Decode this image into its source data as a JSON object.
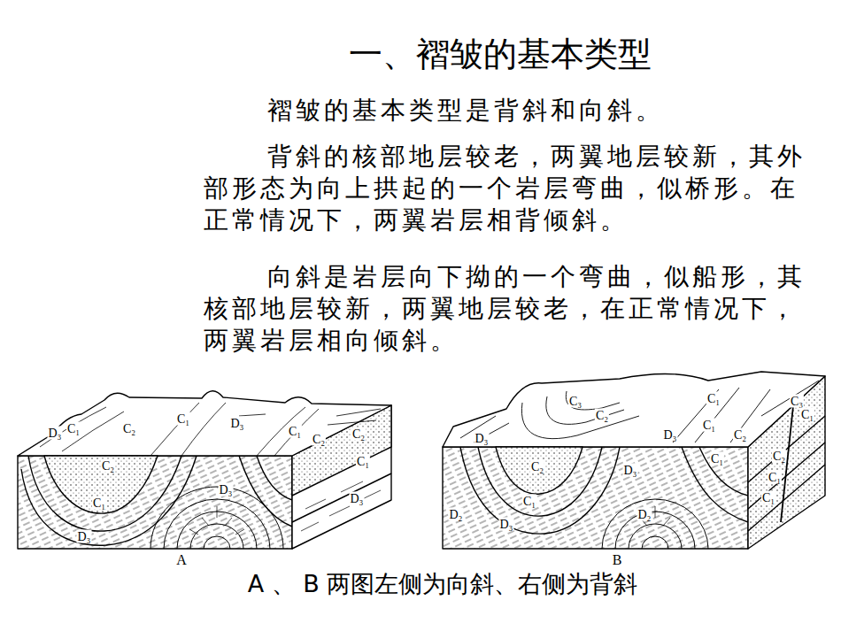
{
  "diagram": {
    "title": "一、褶皱的基本类型",
    "caption": "A 、 B 两图左侧为向斜、右侧为背斜",
    "labels": [
      "褶皱的基本类型是背斜和向斜。",
      "背斜的核部地层较老，两翼地层较新，其外部形态为向上拱起的一个岩层弯曲，似桥形。在正常情况下，两翼岩层相背倾斜。",
      "向斜是岩层向下拗的一个弯曲，似船形，其核部地层较新，两翼地层较老，在正常情况下，两翼岩层相向倾斜。",
      "D₃",
      "C₁",
      "C₂",
      "C₁",
      "D₃",
      "C₁",
      "C₂",
      "C₂",
      "C₁",
      "D₃",
      "C₂",
      "C₁",
      "D₃",
      "D₃",
      "C₃",
      "C₂",
      "C₁",
      "C₁",
      "D₃",
      "C₂",
      "D₃",
      "C₃",
      "C₁",
      "C₂",
      "C₁",
      "C₁",
      "C₂",
      "D₃",
      "C₁",
      "D₂",
      "D₃",
      "D₂",
      "C₁",
      "A",
      "B"
    ]
  }
}
